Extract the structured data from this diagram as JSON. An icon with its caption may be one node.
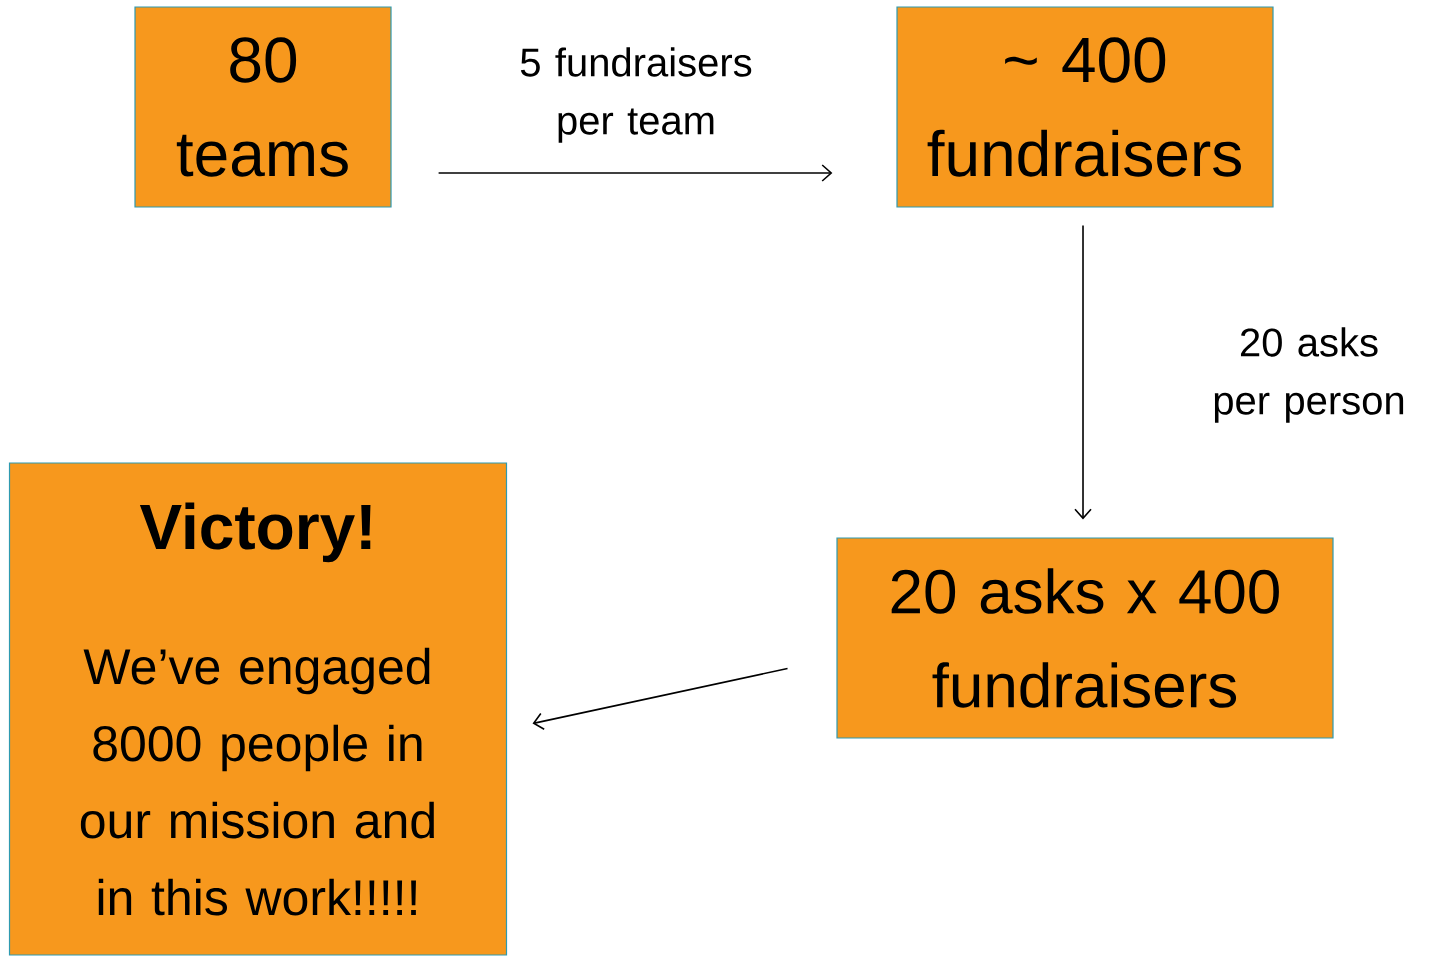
{
  "diagram": {
    "nodes": [
      {
        "text": [
          "80 teams"
        ]
      },
      {
        "text": [
          "~ 400 fundraisers"
        ]
      },
      {
        "text": [
          "20 asks x 400 fundraisers"
        ]
      },
      {
        "text": [
          "Victory!",
          "We’ve engaged 8000 people in our mission and in this work!!!!!"
        ]
      }
    ],
    "edges": [
      {
        "from": 0,
        "to": 1,
        "arrow": "to",
        "label": "5 fundraisers per team"
      },
      {
        "from": 1,
        "to": 2,
        "arrow": "to",
        "label": "20 asks per person"
      },
      {
        "from": 2,
        "to": 3,
        "arrow": "to"
      }
    ]
  }
}
